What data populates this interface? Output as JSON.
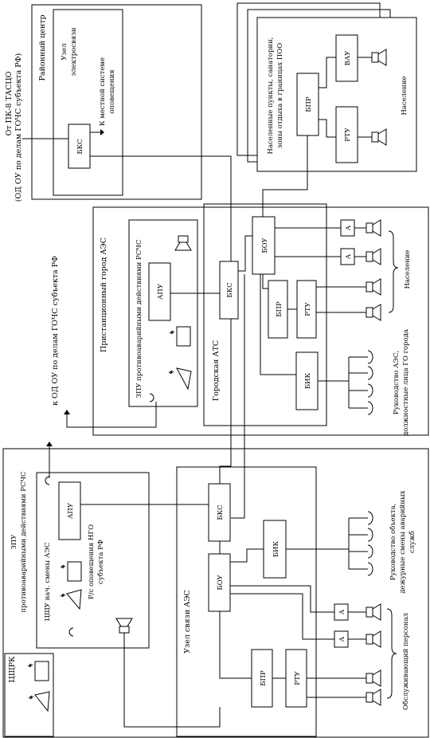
{
  "labels": {
    "source_top": "От ПК-8 ТАСЦО",
    "source_top_sub": "(ОД ОУ по делам ГОЧС субъекта РФ)",
    "rayon_center": "Районный центр",
    "uzel_elektrosvyazi_1": "Узел",
    "uzel_elektrosvyazi_2": "электросвязи",
    "mestnaya_1": "К местной системе",
    "mestnaya_2": "оповещения",
    "bks": "БКС",
    "naselennye_1": "Населенные пункты, санатории,",
    "naselennye_2": "зоны отдыха в границах ПОО",
    "bpr": "БПР",
    "vau": "ВАУ",
    "rtu": "РТУ",
    "naselenie": "Население",
    "pristancionny": "Пристанционный город АЭС",
    "zpu_city": "ЗПУ противоаварийными действиями РСЧС",
    "apu": "АПУ",
    "gorodskaya_ats": "Городская АТС",
    "bou": "БОУ",
    "a": "А",
    "bik": "БИК",
    "rukovodstvo_city_1": "Руководство АЭС,",
    "rukovodstvo_city_2": "должностные лица ГО города",
    "to_od_ou": "к ОД ОУ по делам ГОЧС субъекта РФ",
    "zpu_aes_1": "ЗПУ",
    "zpu_aes_2": "противоаварийными действиями РСЧС",
    "cshu_1": "ЦЩУ нач. смены АЭС",
    "rs_1": "Р/с оповещения НГО",
    "rs_2": "субъекта РФ",
    "uzel_svyazi_aes": "Узел связи АЭС",
    "rukovodstvo_obj_1": "Руководство объекта,",
    "rukovodstvo_obj_2": "дежурные смены аварийных",
    "rukovodstvo_obj_3": "служб",
    "obsluzh": "Обслуживающий персонал",
    "cshrk": "ЦЩРК"
  }
}
